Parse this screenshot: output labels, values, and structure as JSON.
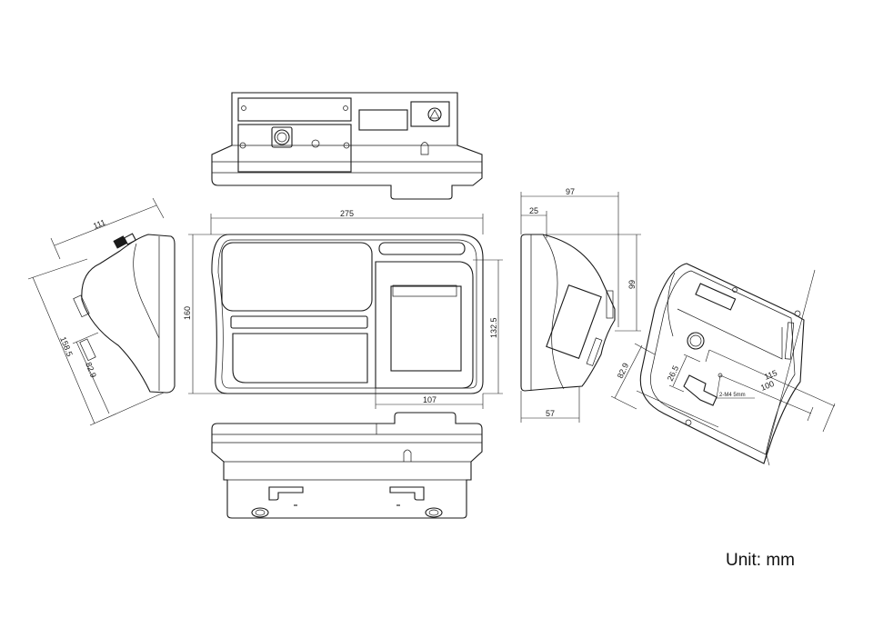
{
  "drawing": {
    "unit_label": "Unit: mm",
    "front_view": {
      "width": "275",
      "height": "160",
      "inner_height": "132.5",
      "inner_width": "107"
    },
    "left_view": {
      "length": "111",
      "height": "158.5",
      "inner": "82.9"
    },
    "right_view": {
      "depth": "97",
      "front": "25",
      "height": "99",
      "base": "57"
    },
    "rear_view": {
      "d1": "82.9",
      "d2": "26.5",
      "d3": "115",
      "d4": "100",
      "screw_note": "2-M4 5mm"
    }
  }
}
